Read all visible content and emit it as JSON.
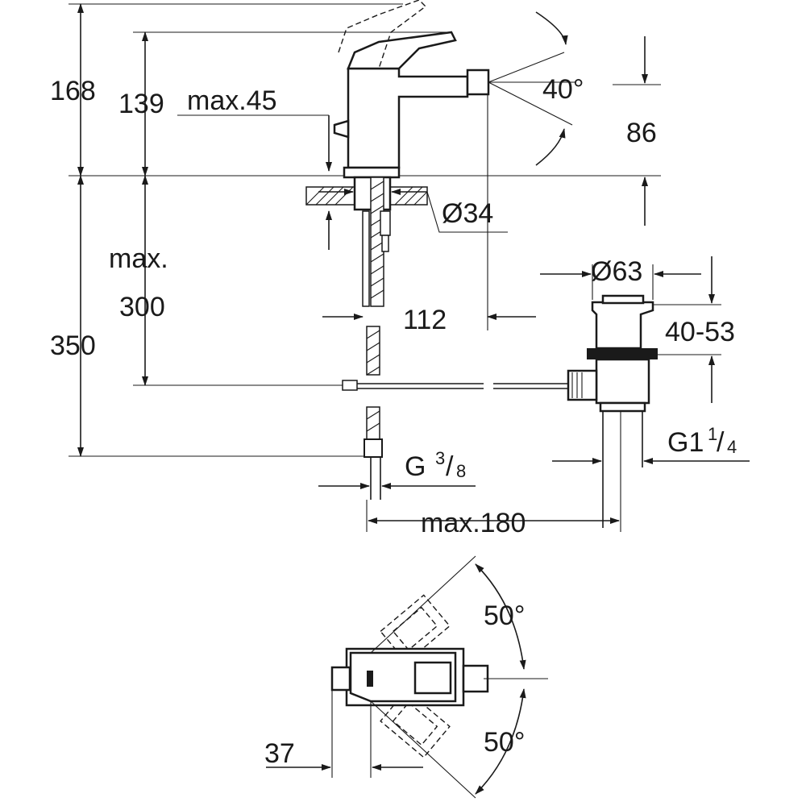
{
  "side_view": {
    "dim_168": "168",
    "dim_139": "139",
    "dim_max45": "max.45",
    "dim_40deg": "40°",
    "dim_86": "86",
    "dim_d34": "Ø34",
    "dim_max_label": "max.",
    "dim_300": "300",
    "dim_350": "350",
    "dim_112": "112",
    "dim_d63": "Ø63",
    "dim_40_53": "40-53",
    "dim_g38_base": "G",
    "dim_g38_num": "3",
    "dim_g38_den": "8",
    "dim_g114_base": "G1",
    "dim_g114_num": "1",
    "dim_g114_den": "4",
    "dim_max180": "max.180"
  },
  "top_view": {
    "dim_50deg_top": "50°",
    "dim_50deg_bottom": "50°",
    "dim_37": "37"
  }
}
